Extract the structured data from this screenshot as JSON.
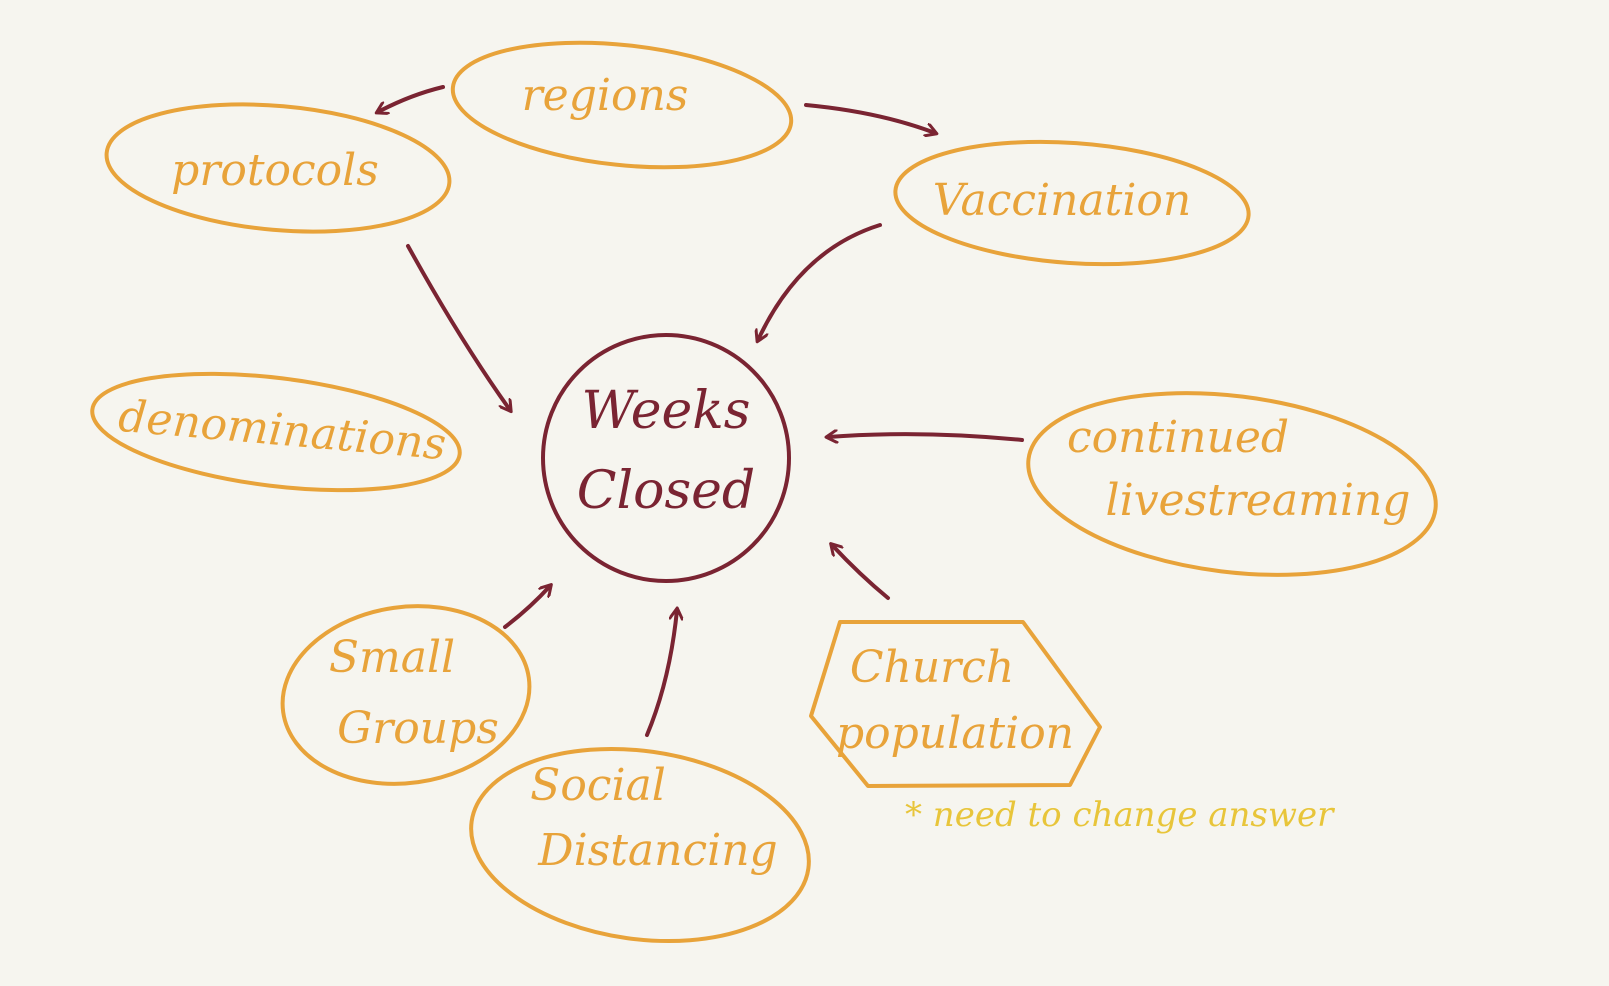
{
  "colors": {
    "background": "#f6f5ef",
    "node_stroke": "#e8a33a",
    "node_text": "#e8a33a",
    "center_stroke": "#7a2432",
    "arrow": "#7a2432",
    "note": "#e8c53a"
  },
  "center": {
    "line1": "Weeks",
    "line2": "Closed"
  },
  "nodes": {
    "regions": "regions",
    "protocols": "protocols",
    "vaccination": "Vaccination",
    "denominations": "denominations",
    "continued_line1": "continued",
    "continued_line2": "livestreaming",
    "small_groups_line1": "Small",
    "small_groups_line2": "Groups",
    "social_line1": "Social",
    "social_line2": "Distancing",
    "church_line1": "Church",
    "church_line2": "population"
  },
  "note": "* need to change answer"
}
